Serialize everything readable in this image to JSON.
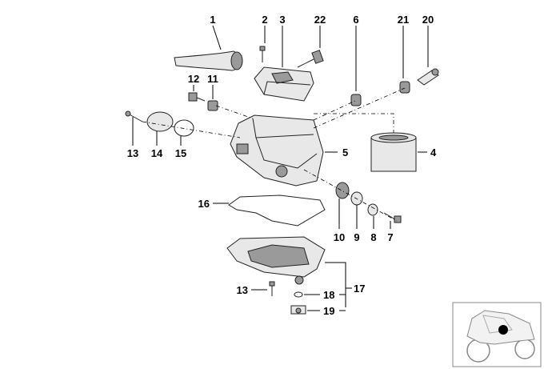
{
  "diagram": {
    "callouts": [
      {
        "id": "1",
        "label": "1"
      },
      {
        "id": "2",
        "label": "2"
      },
      {
        "id": "3",
        "label": "3"
      },
      {
        "id": "22",
        "label": "22"
      },
      {
        "id": "6",
        "label": "6"
      },
      {
        "id": "21",
        "label": "21"
      },
      {
        "id": "20",
        "label": "20"
      },
      {
        "id": "12",
        "label": "12"
      },
      {
        "id": "11",
        "label": "11"
      },
      {
        "id": "13a",
        "label": "13"
      },
      {
        "id": "14",
        "label": "14"
      },
      {
        "id": "15",
        "label": "15"
      },
      {
        "id": "5",
        "label": "5"
      },
      {
        "id": "4",
        "label": "4"
      },
      {
        "id": "16",
        "label": "16"
      },
      {
        "id": "10",
        "label": "10"
      },
      {
        "id": "9",
        "label": "9"
      },
      {
        "id": "8",
        "label": "8"
      },
      {
        "id": "7",
        "label": "7"
      },
      {
        "id": "17",
        "label": "17"
      },
      {
        "id": "13b",
        "label": "13"
      },
      {
        "id": "18",
        "label": "18"
      },
      {
        "id": "19",
        "label": "19"
      }
    ],
    "colors": {
      "line": "#000000",
      "part_fill": "#e8e8e8",
      "part_shade": "#9a9a9a",
      "background": "#ffffff"
    }
  }
}
